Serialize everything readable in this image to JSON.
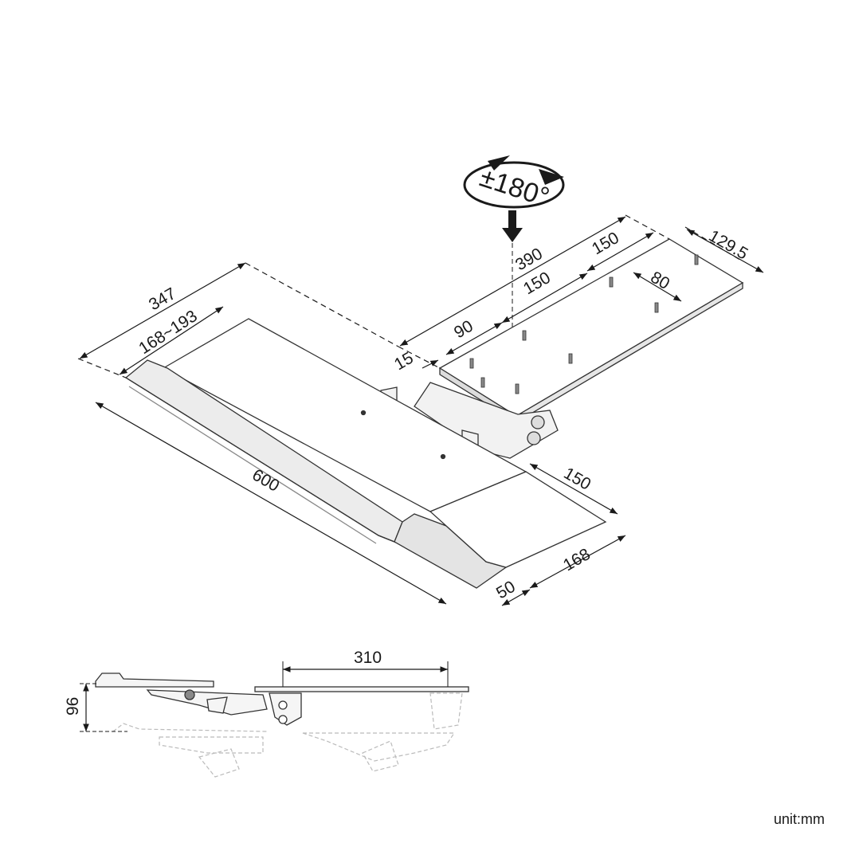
{
  "rotation_label": "±180°",
  "dimensions": {
    "mount_plate_length": "390",
    "mount_plate_width": "129.5",
    "hole_spacing_1": "150",
    "hole_spacing_2": "150",
    "hole_spacing_3": "80",
    "offset_90": "90",
    "offset_15": "15",
    "tray_depth": "347",
    "tray_depth_range": "168~193",
    "tray_width": "600",
    "mouse_pad_depth": "150",
    "mouse_pad_width": "168",
    "mouse_pad_offset": "50",
    "arm_travel": "310",
    "height_adjust": "96"
  },
  "unit_label": "unit:mm"
}
